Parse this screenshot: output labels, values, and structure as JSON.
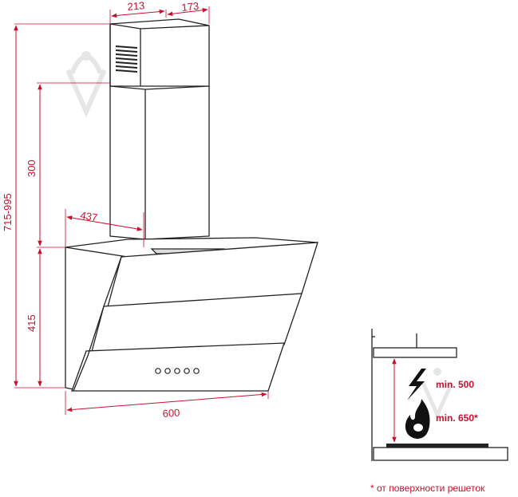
{
  "dimensions": {
    "chimney_width": "213",
    "chimney_depth": "173",
    "total_height": "715-995",
    "chimney_height": "300",
    "hood_depth": "437",
    "hood_height": "415",
    "hood_width": "600"
  },
  "clearance": {
    "electric_min": "min. 500",
    "gas_min": "min. 650*",
    "footnote": "* от поверхности решеток"
  },
  "colors": {
    "dimension": "#c8102e",
    "outline": "#222222",
    "watermark": "#e6e6e6"
  }
}
